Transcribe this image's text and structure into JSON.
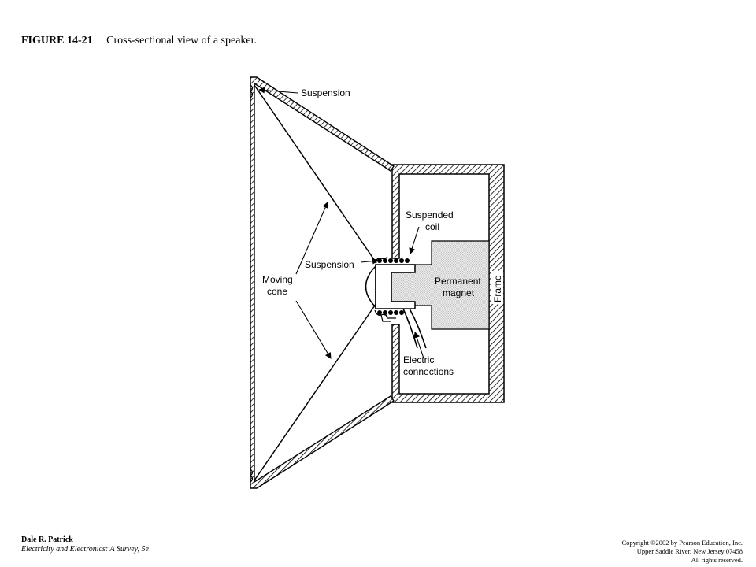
{
  "caption": {
    "number": "FIGURE 14-21",
    "text": "Cross-sectional view of a speaker."
  },
  "labels": {
    "suspension_top": "Suspension",
    "suspended_coil_1": "Suspended",
    "suspended_coil_2": "coil",
    "suspension_mid": "Suspension",
    "moving_cone_1": "Moving",
    "moving_cone_2": "cone",
    "permanent_magnet_1": "Permanent",
    "permanent_magnet_2": "magnet",
    "frame": "Frame",
    "electric_connections_1": "Electric",
    "electric_connections_2": "connections"
  },
  "footer": {
    "author": "Dale R. Patrick",
    "book": "Electricity and Electronics:  A Survey, 5e",
    "copyright_1": "Copyright ©2002 by Pearson Education, Inc.",
    "copyright_2": "Upper Saddle River, New Jersey 07458",
    "copyright_3": "All rights reserved."
  }
}
